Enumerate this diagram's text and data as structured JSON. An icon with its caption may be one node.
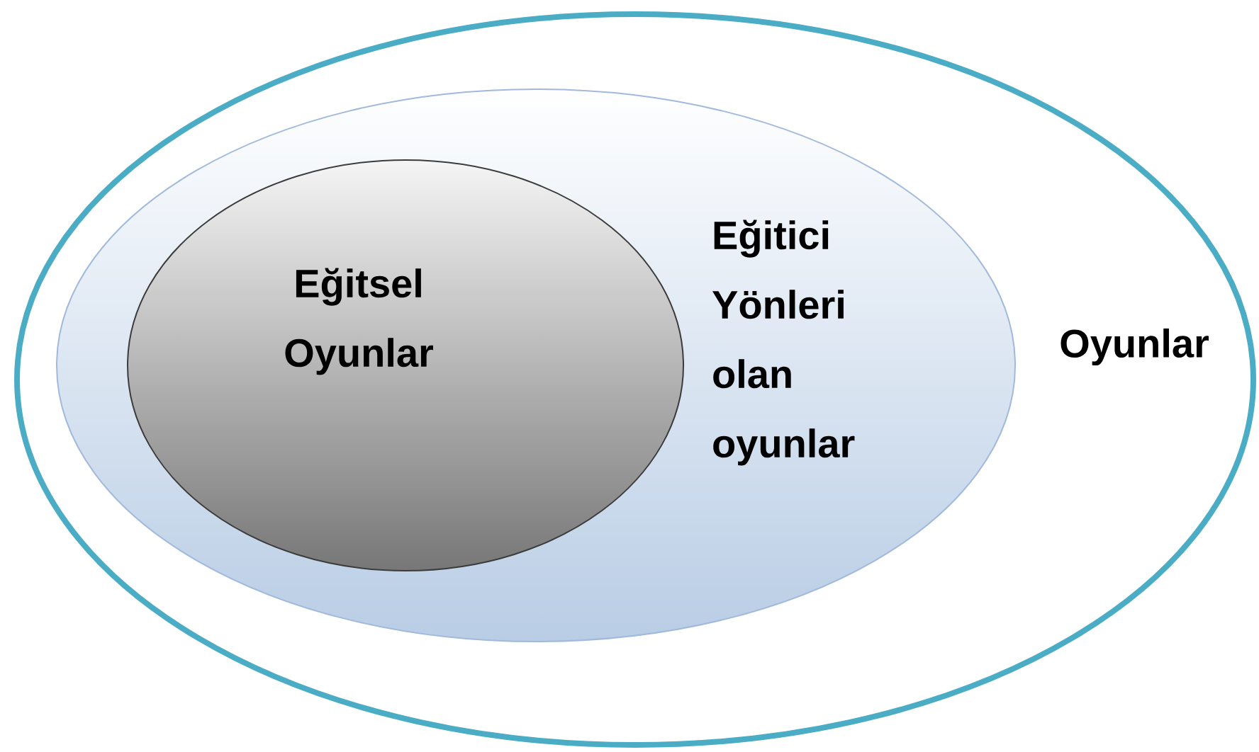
{
  "diagram": {
    "nodes": [
      {
        "text": [
          "Oyunlar"
        ]
      },
      {
        "text": [
          "Eğitici Yönleri olan oyunlar"
        ],
        "in": 0
      },
      {
        "text": [
          "Eğitsel Oyunlar"
        ],
        "in": 1
      }
    ]
  }
}
